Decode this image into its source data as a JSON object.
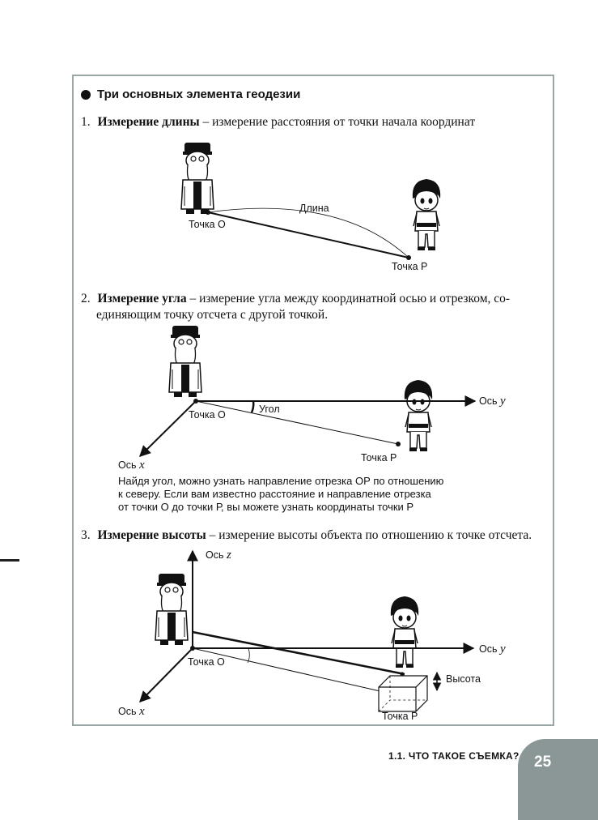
{
  "section_title": "Три основных элемента геодезии",
  "items": [
    {
      "num": "1.",
      "term": "Измерение длины",
      "desc": " – измерение расстояния от точки начала координат"
    },
    {
      "num": "2.",
      "term": "Измерение угла",
      "desc": " – измерение угла между координатной осью и отрезком, со-",
      "desc2": "единяющим точку отсчета с другой точкой."
    },
    {
      "num": "3.",
      "term": "Измерение высоты",
      "desc": " – измерение высоты объекта по отношению к точке отсчета."
    }
  ],
  "fig1": {
    "point_o": "Точка О",
    "point_p": "Точка Р",
    "length": "Длина"
  },
  "fig2": {
    "point_o": "Точка О",
    "point_p": "Точка Р",
    "angle": "Угол",
    "axis_y_prefix": "Ось",
    "axis_y_var": "y",
    "axis_x_prefix": "Ось",
    "axis_x_var": "x"
  },
  "paragraph": [
    "Найдя угол, можно узнать направление отрезка ОР по отношению",
    "к северу. Если вам известно расстояние и направление отрезка",
    "от точки О до точки Р, вы можете узнать координаты точки Р"
  ],
  "fig3": {
    "point_o": "Точка О",
    "point_p": "Точка Р",
    "height": "Высота",
    "axis_z_prefix": "Ось",
    "axis_z_var": "z",
    "axis_y_prefix": "Ось",
    "axis_y_var": "y",
    "axis_x_prefix": "Ось",
    "axis_x_var": "x"
  },
  "footer": {
    "chapter": "1.1. ЧТО ТАКОЕ СЪЕМКА?",
    "page_number": "25"
  }
}
